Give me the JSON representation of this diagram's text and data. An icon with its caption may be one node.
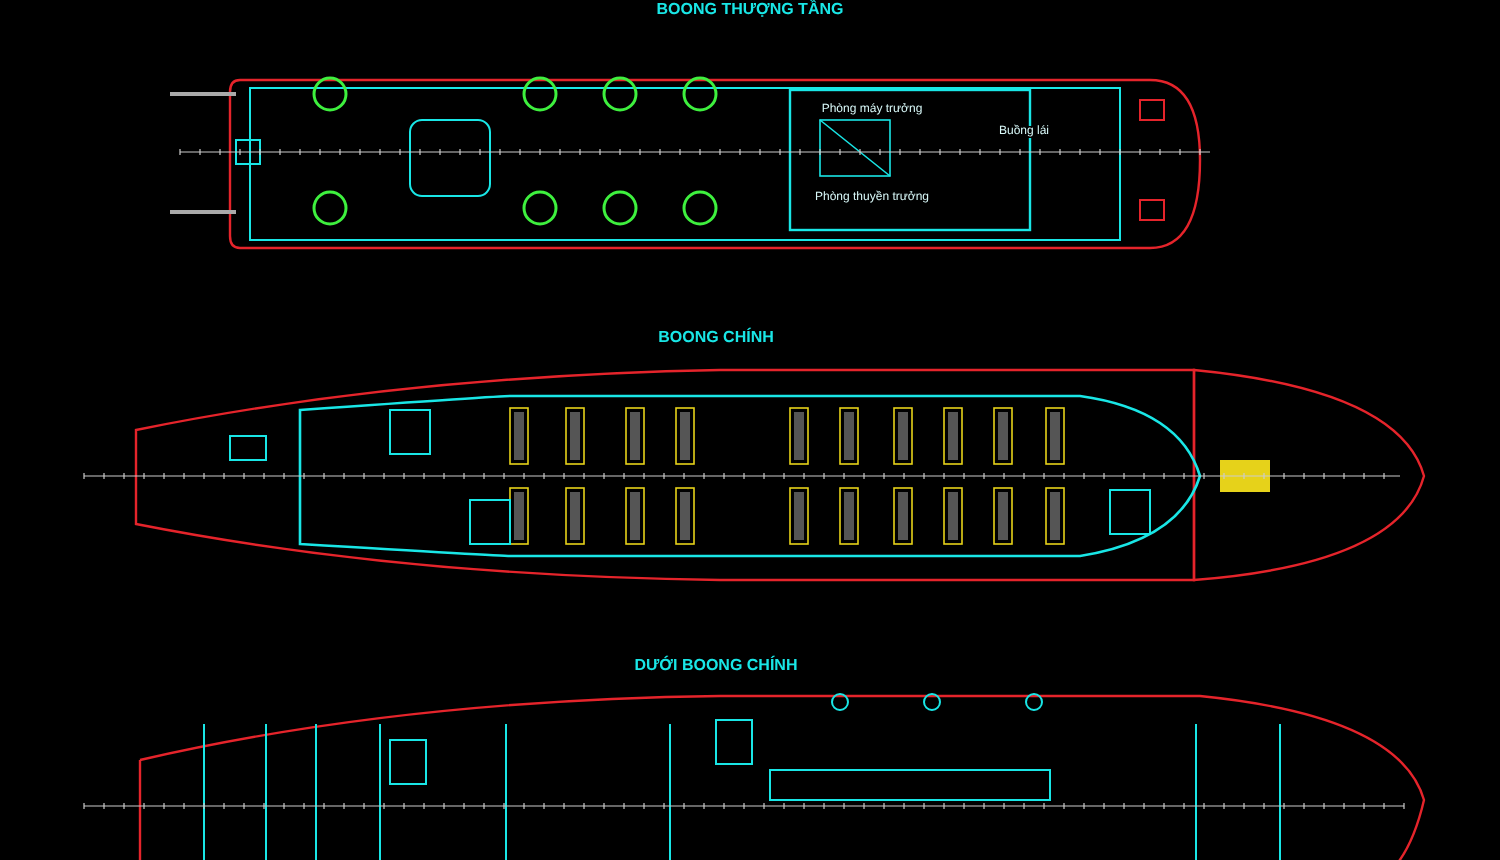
{
  "diagram": {
    "labels": [
      "BOONG THƯỢNG TẦNG",
      "Phòng máy trưởng",
      "Buồng lái",
      "Phòng thuyền trưởng",
      "BOONG CHÍNH",
      "DƯỚI BOONG CHÍNH"
    ]
  }
}
